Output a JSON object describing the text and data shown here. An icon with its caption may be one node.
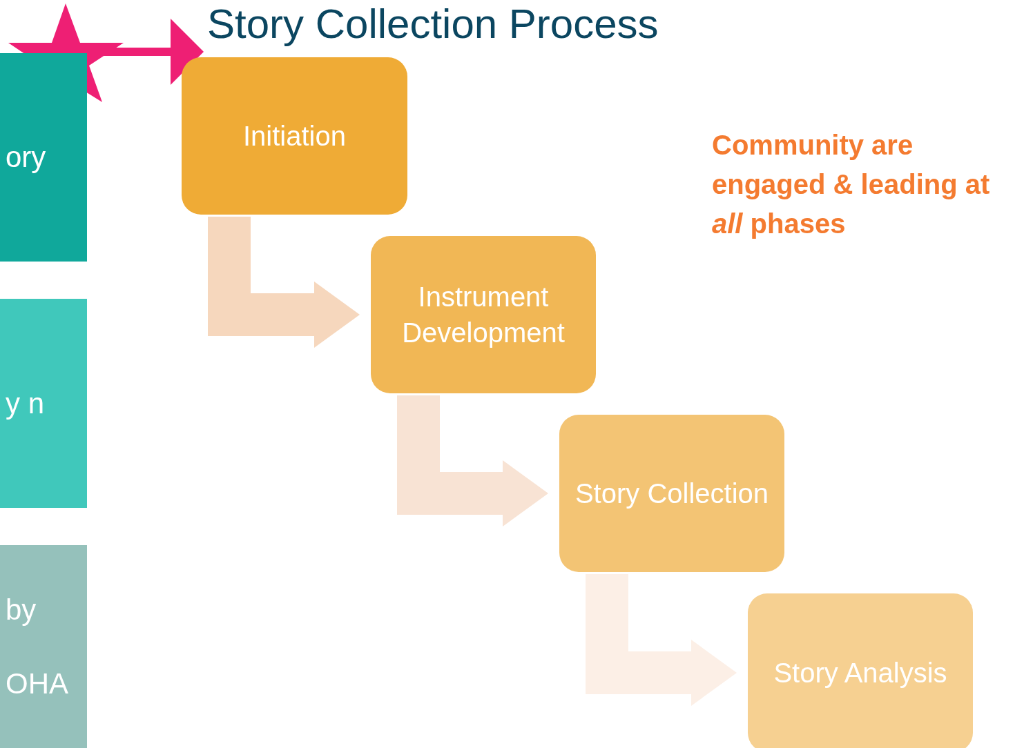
{
  "diagram": {
    "title": "Story Collection Process",
    "nodes": [
      {
        "text": [
          "ory"
        ]
      },
      {
        "text": [
          "y n"
        ]
      },
      {
        "text": [
          "by",
          "OHA"
        ]
      },
      {
        "text": [],
        "shape": "star"
      },
      {
        "text": [
          "Initiation"
        ]
      },
      {
        "text": [
          "Instrument Development"
        ]
      },
      {
        "text": [
          "Story Collection"
        ]
      },
      {
        "text": [
          "Story Analysis"
        ]
      }
    ],
    "edges": [
      {
        "from": 3,
        "to": 4,
        "arrow": "to",
        "color": "#ee1f74"
      },
      {
        "from": 4,
        "to": 5,
        "arrow": "to",
        "color": "#f6d7bd"
      },
      {
        "from": 5,
        "to": 6,
        "arrow": "to",
        "color": "#f8e3d4"
      },
      {
        "from": 6,
        "to": 7,
        "arrow": "to",
        "color": "#fcefe6"
      }
    ],
    "labels": [
      "Community are engaged & leading at *all* phases"
    ]
  }
}
